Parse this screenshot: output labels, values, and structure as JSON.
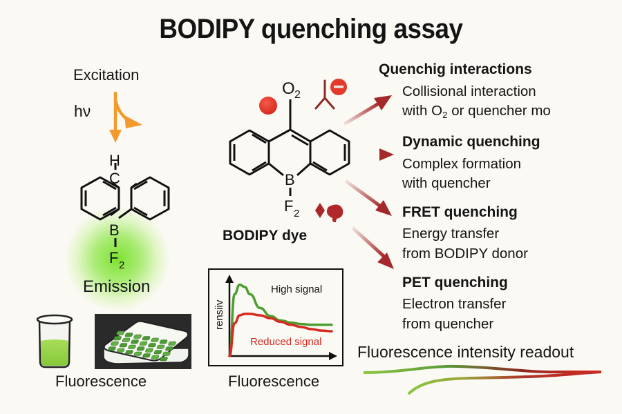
{
  "title": "BODIPY quenching assay",
  "left_panel": {
    "excitation_label": "Excitation",
    "photon_label": "hν",
    "emission_label": "Emission",
    "molecule_atoms": {
      "top": "H",
      "bridge": "C",
      "boron": "B",
      "fluorine": "F",
      "fluorine_sub": "2"
    },
    "bottom_label": "Fluorescence",
    "icons": [
      "orange-excitation-arrow-icon",
      "beaker-icon",
      "well-plate-icon"
    ]
  },
  "center_panel": {
    "oxygen_label": "O",
    "oxygen_sub": "2",
    "boron": "B",
    "fluorine": "F",
    "fluorine_sub": "2",
    "dye_label": "BODIPY dye",
    "quencher_icons": [
      "red-sphere-icon",
      "negative-charge-quencher-icon",
      "diamond-quencher-icon",
      "blob-quencher-icon"
    ],
    "chart_caption": "Fluorescence"
  },
  "right_panel": {
    "heading": "Quenchig interactions",
    "items": [
      {
        "title": "",
        "line1": "Collisional interaction",
        "line2_pre": "with O",
        "line2_sub": "2",
        "line2_post": " or quencher mo"
      },
      {
        "title": "Dynamic quenching",
        "line1": "Complex formation",
        "line2": "with quencher"
      },
      {
        "title": "FRET quenching",
        "line1": "Energy transfer",
        "line2": "from BODIPY donor"
      },
      {
        "title": "PET quenching",
        "line1": "Electron transfer",
        "line2": "from quencher"
      }
    ],
    "readout_label": "Fluorescence intensity readout"
  },
  "colors": {
    "background": "#fbf9f3",
    "arrow_red": "#a3292a",
    "quencher_red": "#e53a2c",
    "excitation_orange": "#f39a2e",
    "signal_green": "#4a9e2f",
    "signal_red": "#d62a22",
    "emission_green": "#7fe02a"
  },
  "chart_data": {
    "type": "line",
    "title": "",
    "xlabel": "",
    "ylabel": "rensiiv",
    "x": [
      0,
      0.05,
      0.1,
      0.15,
      0.2,
      0.3,
      0.4,
      0.5,
      0.6,
      0.7,
      0.8,
      0.9,
      1.0
    ],
    "series": [
      {
        "name": "High signal",
        "color": "#4a9e2f",
        "values": [
          0,
          0.85,
          0.98,
          0.95,
          0.85,
          0.66,
          0.55,
          0.49,
          0.46,
          0.44,
          0.43,
          0.43,
          0.43
        ]
      },
      {
        "name": "Reduced signal",
        "color": "#d62a22",
        "values": [
          0,
          0.45,
          0.56,
          0.58,
          0.58,
          0.56,
          0.52,
          0.47,
          0.43,
          0.4,
          0.37,
          0.35,
          0.34
        ]
      }
    ],
    "annotations": [
      "High signal",
      "Reduced signal"
    ],
    "ylim": [
      0,
      1.1
    ],
    "xlim": [
      0,
      1
    ],
    "grid": false,
    "legend": "inline-labels"
  }
}
